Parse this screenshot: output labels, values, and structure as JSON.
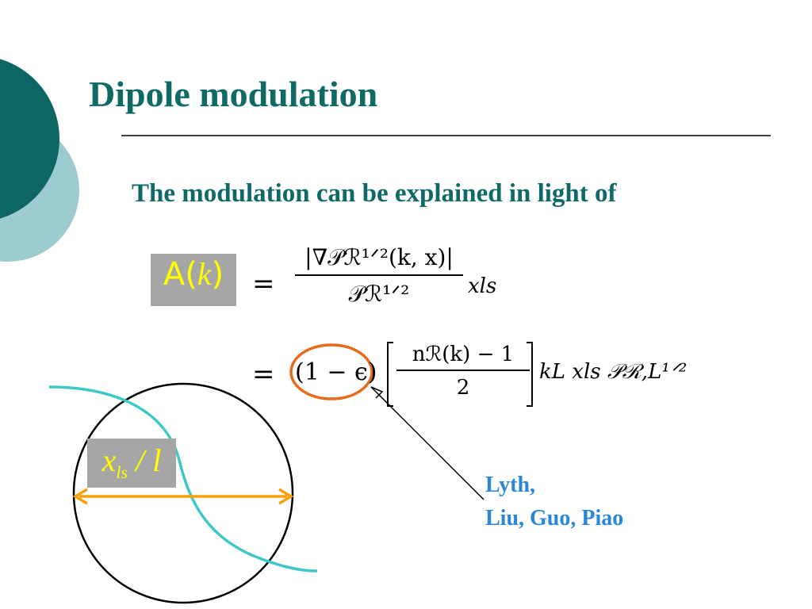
{
  "slide": {
    "title": "Dipole modulation",
    "subtitle": "The modulation can be explained in light of"
  },
  "equation": {
    "lhs_function": "A",
    "lhs_arg": "k",
    "equals": "=",
    "frac1_numerator": "|∇𝒫ℛ¹ᐟ²(k, x)|",
    "frac1_denominator": "𝒫ℛ¹ᐟ²",
    "factor1": "xls",
    "one_minus_epsilon": "(1 − ϵ)",
    "frac2_numerator": "nℛ(k) − 1",
    "frac2_denominator": "2",
    "tail2": "kL xls 𝒫ℛ,L¹ᐟ²"
  },
  "diagram": {
    "xls_label_main": "x",
    "xls_label_sub": "ls",
    "xls_label_rest": " / l",
    "circle_color": "#000000",
    "curve_color": "#3cc8c8",
    "arrow_color": "#f5a00a",
    "highlight_color": "#e86a1c"
  },
  "authors": {
    "line1": "Lyth,",
    "line2": "Liu, Guo, Piao"
  },
  "colors": {
    "title": "#0f6a66",
    "author": "#2a86d8",
    "label_bg": "#a6a6a6",
    "label_text": "#ffff00",
    "deco_dark": "#0d6662",
    "deco_light": "#9ccccf"
  }
}
